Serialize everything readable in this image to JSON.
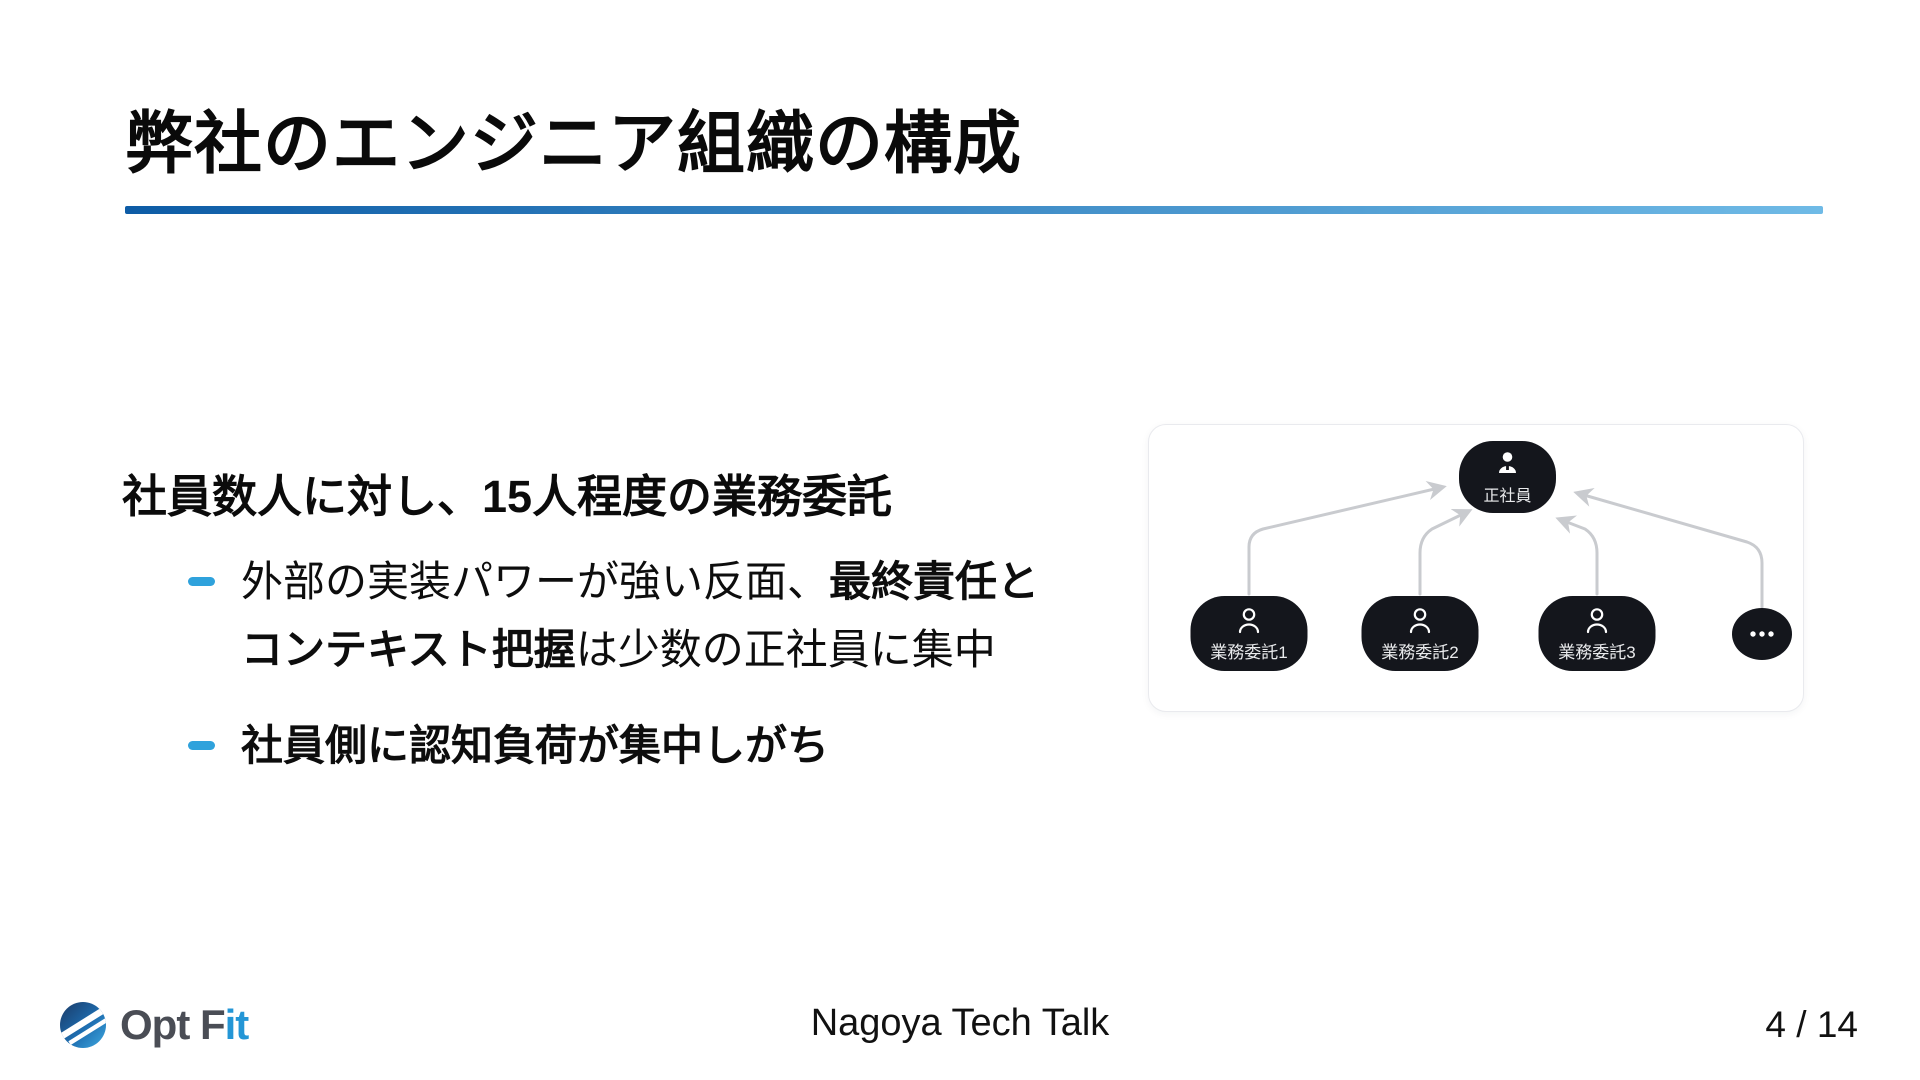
{
  "slide": {
    "title": "弊社のエンジニア組織の構成",
    "lead": "社員数人に対し、15人程度の業務委託",
    "bullets": [
      {
        "lines": [
          [
            {
              "text": "外部の実装パワーが強い反面、",
              "bold": false
            },
            {
              "text": "最終責任と",
              "bold": true
            }
          ],
          [
            {
              "text": "コンテキスト把握",
              "bold": true
            },
            {
              "text": "は少数の正社員に集中",
              "bold": false
            }
          ]
        ]
      },
      {
        "lines": [
          [
            {
              "text": "社員側に認知負荷が集中しがち",
              "bold": true
            }
          ]
        ]
      }
    ]
  },
  "diagram": {
    "parent": {
      "label": "正社員",
      "icon": "team-icon"
    },
    "children": [
      {
        "label": "業務委託1",
        "icon": "person-icon"
      },
      {
        "label": "業務委託2",
        "icon": "person-icon"
      },
      {
        "label": "業務委託3",
        "icon": "person-icon"
      }
    ],
    "more": {
      "icon": "ellipsis-icon"
    }
  },
  "footer": {
    "logo": {
      "icon": "optfit-logo-icon",
      "text_gray": "Opt F",
      "text_blue": "it"
    },
    "center": "Nagoya Tech Talk",
    "page": "4 / 14"
  },
  "colors": {
    "accent": "#2FA2DC",
    "underline_from": "#0D5CA6",
    "underline_to": "#6FBAE6",
    "node_bg": "#14161C",
    "arrow": "#C9CBCF"
  }
}
